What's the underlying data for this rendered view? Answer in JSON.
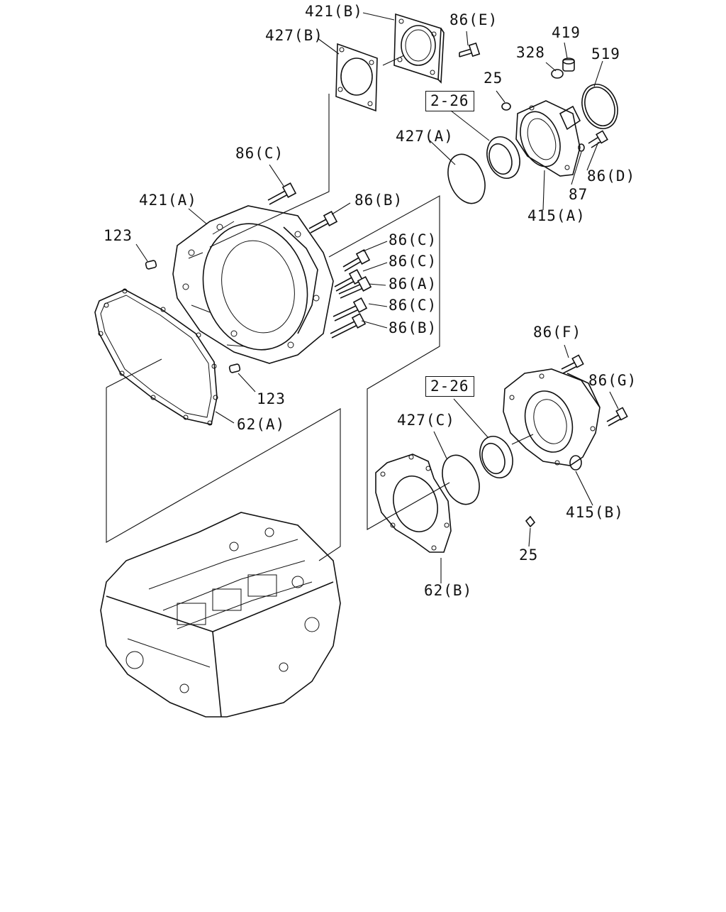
{
  "labels": {
    "l421b": "421(B)",
    "l427b": "427(B)",
    "l86e": "86(E)",
    "l419": "419",
    "l328": "328",
    "l519": "519",
    "l25a": "25",
    "ref226a": "2-26",
    "l427a": "427(A)",
    "l86c1": "86(C)",
    "l86b1": "86(B)",
    "l421a": "421(A)",
    "l123a": "123",
    "l86c2": "86(C)",
    "l86c3": "86(C)",
    "l86a": "86(A)",
    "l86c4": "86(C)",
    "l86b2": "86(B)",
    "l86d": "86(D)",
    "l87": "87",
    "l415a": "415(A)",
    "l123b": "123",
    "l62a": "62(A)",
    "l86f": "86(F)",
    "l86g": "86(G)",
    "ref226b": "2-26",
    "l427c": "427(C)",
    "l415b": "415(B)",
    "l25b": "25",
    "l62b": "62(B)"
  }
}
